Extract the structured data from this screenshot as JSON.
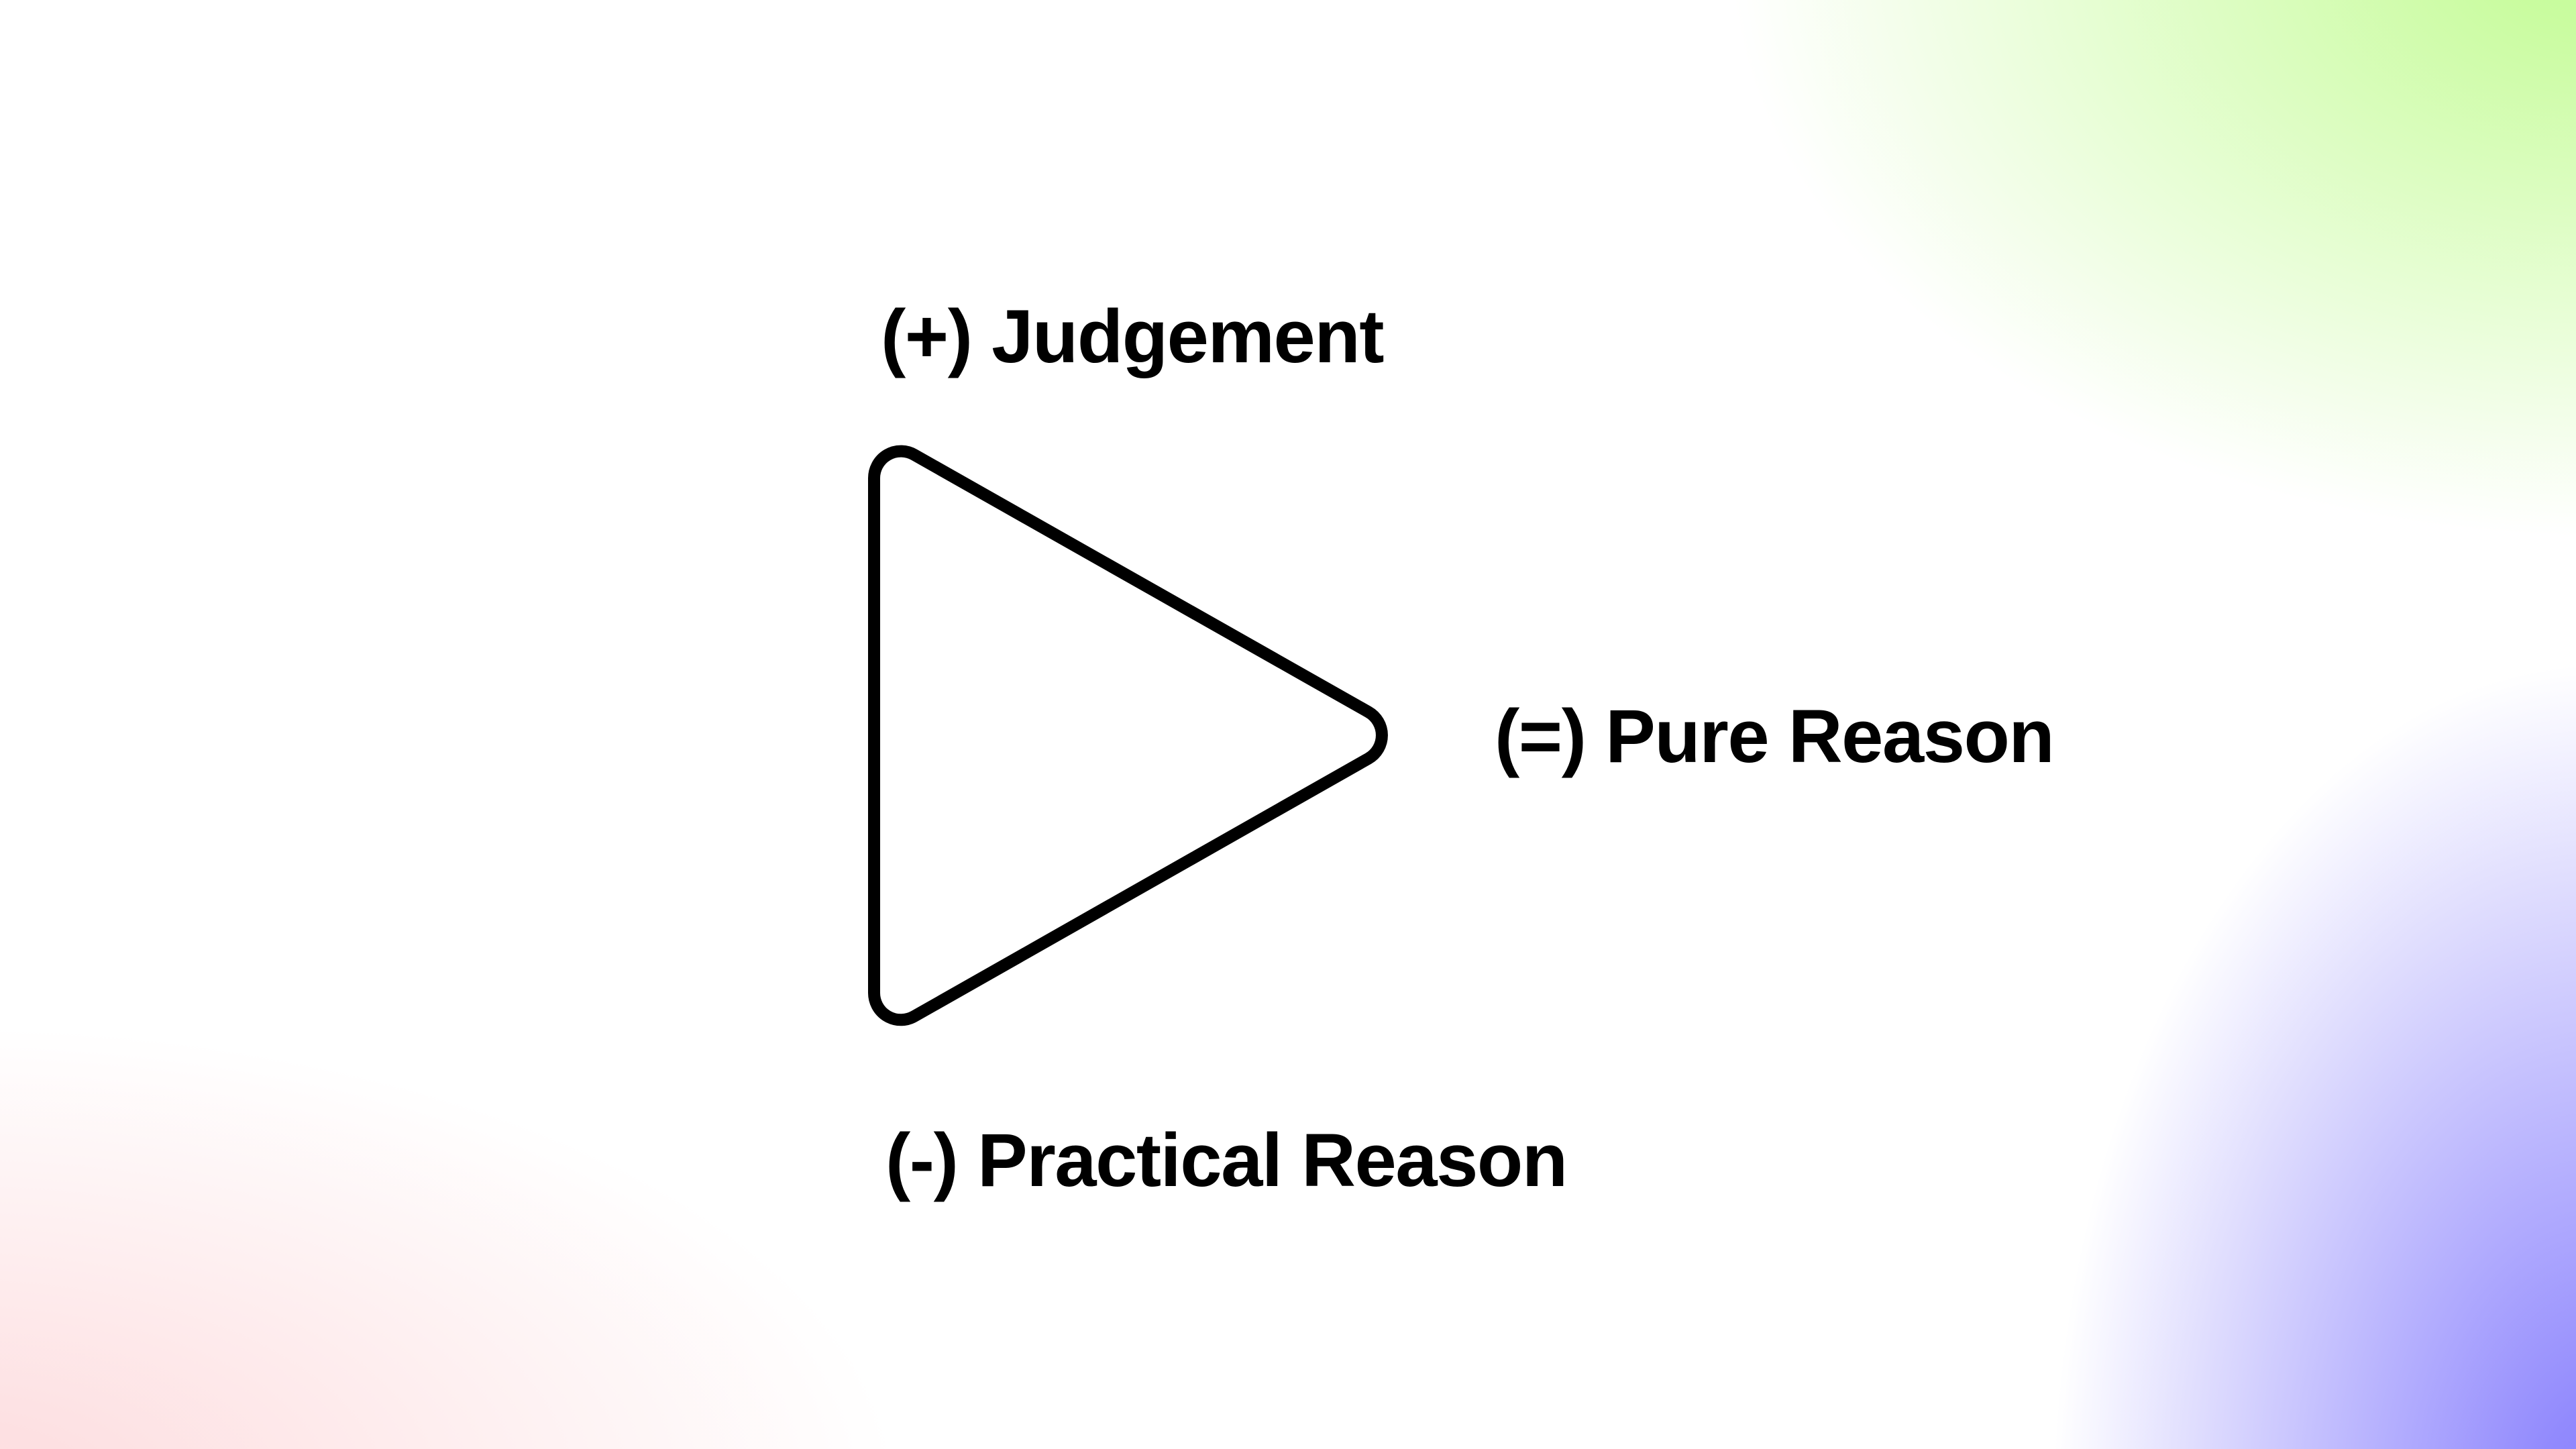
{
  "background": {
    "base_color": "#ffffff",
    "glow_top_right_color": "#c9fc9f",
    "glow_bottom_right_color": "#9189fd",
    "glow_bottom_left_color": "#fde0e2"
  },
  "diagram": {
    "triangle": {
      "stroke_color": "#000000",
      "fill": "none",
      "orientation": "pointing-right"
    },
    "labels": [
      {
        "position": "top",
        "sign": "(+)",
        "name": "Judgement",
        "full": "(+) Judgement"
      },
      {
        "position": "right",
        "sign": "(=)",
        "name": "Pure Reason",
        "full": "(=) Pure Reason"
      },
      {
        "position": "bottom",
        "sign": "(-)",
        "name": "Practical Reason",
        "full": "(-) Practical Reason"
      }
    ]
  }
}
